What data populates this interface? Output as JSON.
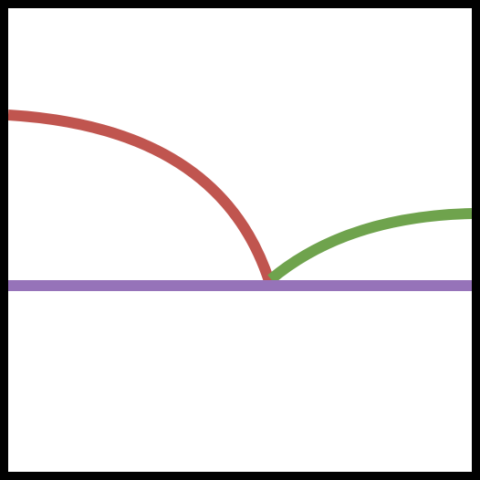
{
  "colors": {
    "frame": "#000000",
    "background": "#ffffff",
    "red_arc": "#c0554f",
    "green_arc": "#6fa34d",
    "baseline": "#9673b9"
  },
  "elements": [
    {
      "name": "baseline",
      "type": "horizontal-line",
      "color_key": "baseline"
    },
    {
      "name": "red-arc",
      "type": "arc",
      "color_key": "red_arc"
    },
    {
      "name": "green-arc",
      "type": "arc",
      "color_key": "green_arc"
    }
  ]
}
